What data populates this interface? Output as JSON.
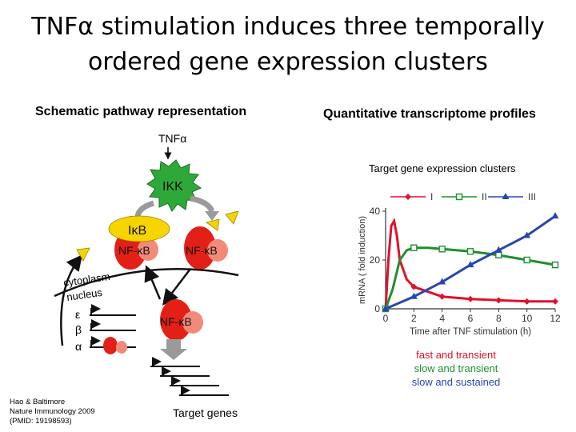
{
  "title_line1": "TNFα stimulation induces three temporally",
  "title_line2": "ordered gene expression clusters",
  "left_heading": "Schematic pathway representation",
  "right_heading": "Quantitative transcriptome profiles",
  "pathway": {
    "tnf": "TNFα",
    "ikk": "IKK",
    "ikb": "IκB",
    "nfkb_bound": "NF-κB",
    "nfkb_free": "NF-κB",
    "nfkb_nuclear": "NF-κB",
    "cytoplasm": "cytoplasm",
    "nucleus": "nucleus",
    "gene_epsilon": "ε",
    "gene_beta": "β",
    "gene_alpha": "α",
    "target_genes": "Target genes"
  },
  "chart_header": "Target gene expression clusters",
  "chart_data": {
    "type": "line",
    "xlabel": "Time after TNF stimulation (h)",
    "ylabel": "mRNA ( fold induction)",
    "xlim": [
      0,
      12
    ],
    "ylim": [
      0,
      40
    ],
    "xticks": [
      "0",
      "2",
      "4",
      "6",
      "8",
      "10",
      "12"
    ],
    "yticks": [
      "0",
      "20",
      "40"
    ],
    "legend_position": "top",
    "series": [
      {
        "name": "I",
        "color": "#e0112b",
        "marker": "diamond",
        "x": [
          0,
          0.2,
          0.4,
          0.6,
          0.8,
          1.0,
          1.5,
          2,
          3,
          4,
          6,
          8,
          10,
          12
        ],
        "y": [
          0,
          20,
          34,
          36,
          30,
          20,
          12,
          9,
          7,
          5,
          4,
          3.5,
          3,
          3
        ]
      },
      {
        "name": "II",
        "color": "#1e8f2e",
        "marker": "square",
        "x": [
          0,
          0.5,
          1,
          1.5,
          2,
          3,
          4,
          6,
          8,
          10,
          12
        ],
        "y": [
          0,
          8,
          20,
          24,
          25,
          25,
          24.5,
          23.5,
          22,
          20,
          18
        ]
      },
      {
        "name": "III",
        "color": "#2a45b0",
        "marker": "triangle",
        "x": [
          0,
          2,
          4,
          6,
          8,
          10,
          12
        ],
        "y": [
          0,
          5,
          11,
          18,
          24,
          30,
          38
        ]
      }
    ]
  },
  "legend_text": {
    "line1": "fast and transient",
    "line2": "slow and transient",
    "line3": "slow and sustained"
  },
  "citation": {
    "line1": "Hao & Baltimore",
    "line2": "Nature Immunology 2009",
    "line3": "(PMID: 19198593)"
  },
  "colors": {
    "ikk_green": "#2fa83a",
    "ikb_yellow": "#f5d400",
    "nfkb_red": "#e32018",
    "nfkb_salmon": "#f28a7a",
    "arrow_gray": "#9a9a9a"
  }
}
